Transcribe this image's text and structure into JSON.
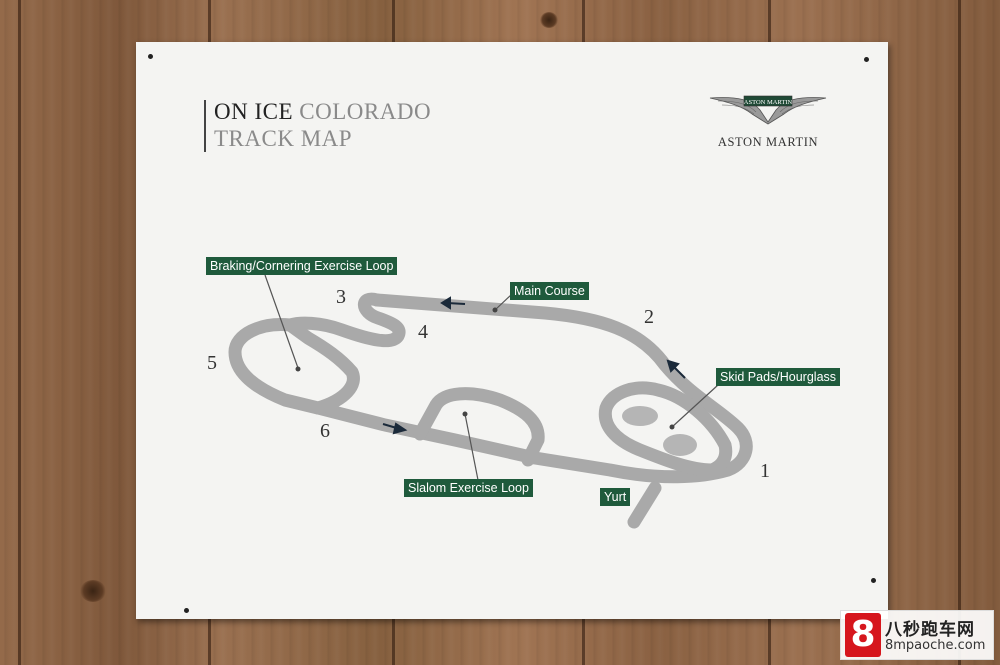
{
  "sign": {
    "title_line1_part1": "ON ICE",
    "title_line1_part2": "COLORADO",
    "title_line2": "TRACK MAP",
    "brand_badge_text": "ASTON MARTIN",
    "brand_name": "ASTON MARTIN"
  },
  "labels": {
    "braking": "Braking/Cornering Exercise Loop",
    "main_course": "Main Course",
    "skid_pads": "Skid Pads/Hourglass",
    "slalom": "Slalom Exercise Loop",
    "yurt": "Yurt"
  },
  "turns": [
    "1",
    "2",
    "3",
    "4",
    "5",
    "6"
  ],
  "colors": {
    "track": "#a9a9a9",
    "label_bg": "#1f5a3c",
    "board": "#f4f4f2",
    "wood": "#8a6244"
  },
  "watermark": {
    "logo_digit": "8",
    "site_name": "八秒跑车网",
    "url": "8mpaoche.com"
  }
}
